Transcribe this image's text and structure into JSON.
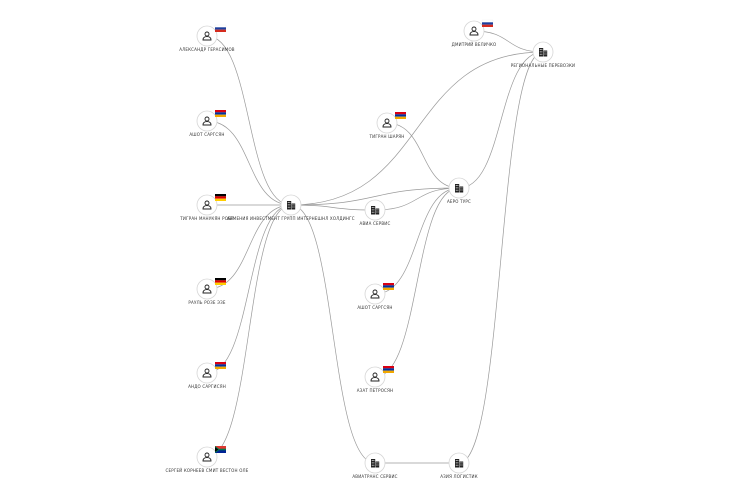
{
  "graph": {
    "colors": {
      "edge": "#9a9a9a",
      "node_border": "#d6d6d6",
      "icon": "#222222",
      "label": "#333333"
    },
    "nodes": [
      {
        "id": "p1",
        "type": "person",
        "flag": "ru",
        "label": "АЛЕКСАНДР ГЕРАСИМОВ"
      },
      {
        "id": "p2",
        "type": "person",
        "flag": "am",
        "label": "АШОТ САРГСЯН"
      },
      {
        "id": "p3",
        "type": "person",
        "flag": "de",
        "label": "ТИГРАН МАНУКЯН РОБЕ"
      },
      {
        "id": "p4",
        "type": "person",
        "flag": "de",
        "label": "РАУЛЬ РОЗЕ ЭЗЕ"
      },
      {
        "id": "p5",
        "type": "person",
        "flag": "am",
        "label": "АНДО САРГИСЯН"
      },
      {
        "id": "p6",
        "type": "person",
        "flag": "za",
        "label": "СЕРГЕЙ КОРНЕЕВ СМИТ ВЕСТОН ОЛЕ"
      },
      {
        "id": "c_center",
        "type": "company",
        "label": "АРМЕНИЯ ИНВЕСТМЕНТ ГРУПП ИНТЕРНЕШНЛ ХОЛДИНГС"
      },
      {
        "id": "c_mid",
        "type": "company",
        "label": "АВИА СЕРВИС"
      },
      {
        "id": "p7",
        "type": "person",
        "flag": "am",
        "label": "ТИГРАН ШАРЯН"
      },
      {
        "id": "p8",
        "type": "person",
        "flag": "am",
        "label": "АШОТ САРГСЯН"
      },
      {
        "id": "p9",
        "type": "person",
        "flag": "am",
        "label": "АЗАТ ПЕТРОСЯН"
      },
      {
        "id": "c_right",
        "type": "company",
        "label": "АЕРО ТУРС"
      },
      {
        "id": "p10",
        "type": "person",
        "flag": "ru",
        "label": "ДМИТРИЙ ВЕЛИЧКО"
      },
      {
        "id": "c_topright",
        "type": "company",
        "label": "РЕГИОНАЛЬНЫЕ ПЕРЕВОЗКИ"
      },
      {
        "id": "c_bottom",
        "type": "company",
        "label": "АВИАТРАНС СЕРВИС"
      },
      {
        "id": "c_bottom2",
        "type": "company",
        "label": "АЗИЯ ЛОГИСТИК"
      }
    ],
    "edges": [
      {
        "from": "p1",
        "to": "c_center"
      },
      {
        "from": "p2",
        "to": "c_center"
      },
      {
        "from": "p3",
        "to": "c_center"
      },
      {
        "from": "p4",
        "to": "c_center"
      },
      {
        "from": "p5",
        "to": "c_center"
      },
      {
        "from": "p6",
        "to": "c_center"
      },
      {
        "from": "c_center",
        "to": "c_mid"
      },
      {
        "from": "c_center",
        "to": "c_right"
      },
      {
        "from": "c_center",
        "to": "c_topright"
      },
      {
        "from": "c_center",
        "to": "c_bottom"
      },
      {
        "from": "p7",
        "to": "c_right"
      },
      {
        "from": "c_mid",
        "to": "c_right"
      },
      {
        "from": "p8",
        "to": "c_right"
      },
      {
        "from": "p9",
        "to": "c_right"
      },
      {
        "from": "c_right",
        "to": "c_topright"
      },
      {
        "from": "p10",
        "to": "c_topright"
      },
      {
        "from": "c_bottom",
        "to": "c_bottom2"
      },
      {
        "from": "c_bottom2",
        "to": "c_topright"
      }
    ]
  }
}
